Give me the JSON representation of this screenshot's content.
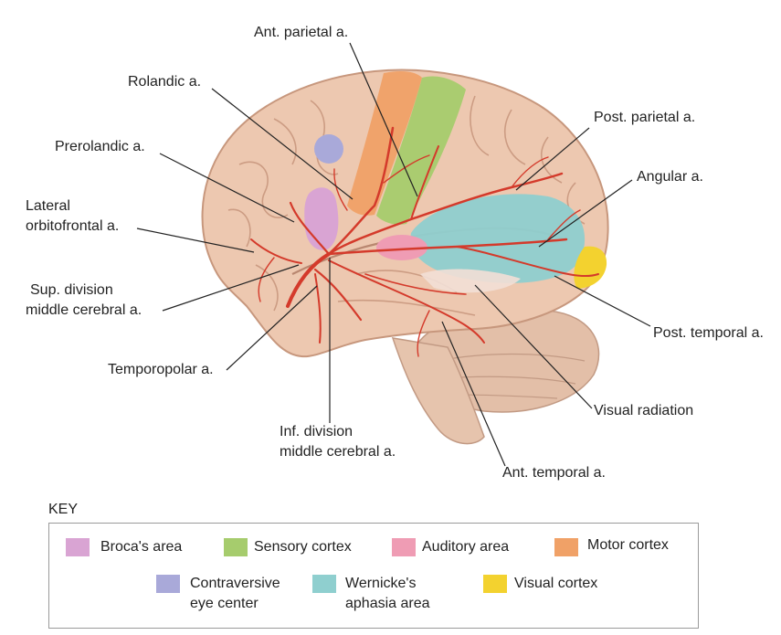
{
  "labels": {
    "ant_parietal": "Ant. parietal a.",
    "rolandic": "Rolandic a.",
    "post_parietal": "Post. parietal a.",
    "prerolandic": "Prerolandic a.",
    "angular": "Angular a.",
    "lateral_orbitofrontal_1": "Lateral",
    "lateral_orbitofrontal_2": "orbitofrontal a.",
    "sup_division_1": "Sup. division",
    "sup_division_2": "middle cerebral a.",
    "post_temporal": "Post. temporal a.",
    "temporopolar": "Temporopolar a.",
    "visual_radiation": "Visual radiation",
    "inf_division_1": "Inf. division",
    "inf_division_2": "middle cerebral a.",
    "ant_temporal": "Ant. temporal a."
  },
  "key": {
    "title": "KEY",
    "items": [
      {
        "label": "Broca's area",
        "label2": "",
        "color": "#d9a4d3"
      },
      {
        "label": "Sensory cortex",
        "label2": "",
        "color": "#a6cc6d"
      },
      {
        "label": "Auditory area",
        "label2": "",
        "color": "#ef9cb4"
      },
      {
        "label": "Motor cortex",
        "label2": "",
        "color": "#f0a167"
      },
      {
        "label": "Contraversive",
        "label2": "eye center",
        "color": "#a9a9d9"
      },
      {
        "label": "Wernicke's",
        "label2": "aphasia area",
        "color": "#8fcfcf"
      },
      {
        "label": "Visual cortex",
        "label2": "",
        "color": "#f3d22f"
      }
    ]
  }
}
